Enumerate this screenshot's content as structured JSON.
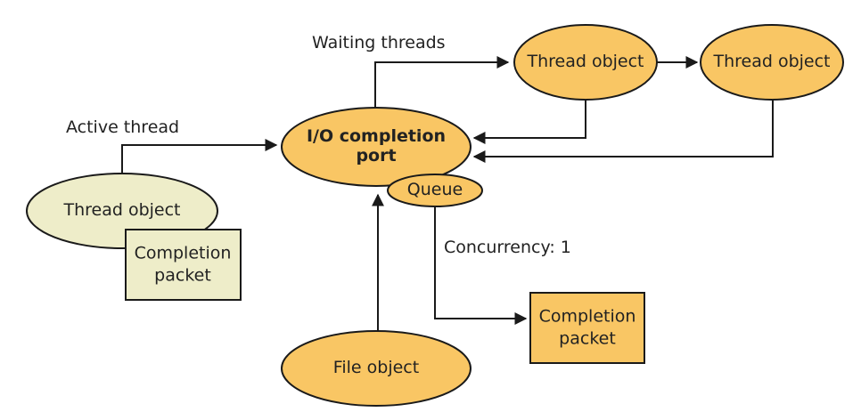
{
  "labels": {
    "waiting_threads": "Waiting threads",
    "active_thread": "Active thread",
    "concurrency": "Concurrency: 1"
  },
  "nodes": {
    "io_completion_port": {
      "line1": "I/O completion",
      "line2": "port"
    },
    "queue": "Queue",
    "waiting_thread_1": "Thread object",
    "waiting_thread_2": "Thread object",
    "active_thread_object": "Thread object",
    "active_packet": {
      "line1": "Completion",
      "line2": "packet"
    },
    "released_packet": {
      "line1": "Completion",
      "line2": "packet"
    },
    "file_object": "File object"
  },
  "colors": {
    "orange_fill": "#F9C664",
    "pale_fill": "#EEEDC9",
    "stroke": "#1a1a1a"
  }
}
